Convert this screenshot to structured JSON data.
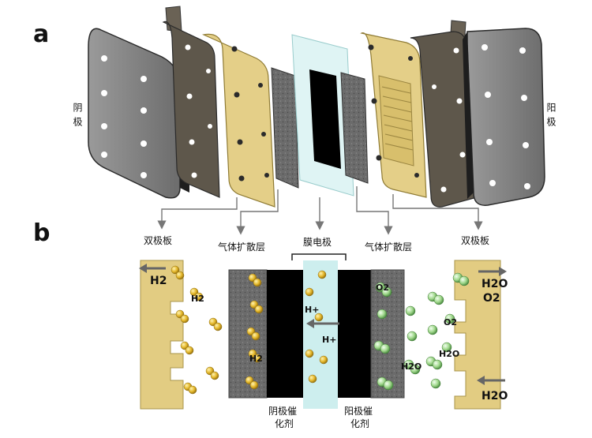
{
  "panels": {
    "a": "a",
    "b": "b"
  },
  "panel_a": {
    "cathode_label": "阴极",
    "anode_label": "阳极"
  },
  "panel_b": {
    "bipolar_left": "双极板",
    "gdl_left": "气体扩散层",
    "membrane": "膜电极",
    "gdl_right": "气体扩散层",
    "bipolar_right": "双极板",
    "cathode_catalyst_l1": "阴极催",
    "cathode_catalyst_l2": "化剂",
    "anode_catalyst_l1": "阳极催",
    "anode_catalyst_l2": "化剂",
    "h2_main": "H2",
    "h2_small_1": "H2",
    "h2_small_2": "H2",
    "hplus_1": "H+",
    "hplus_2": "H+",
    "o2_1": "O2",
    "o2_2": "O2",
    "h2o_1": "H2O",
    "h2o_2": "H2O",
    "h2o_out": "H2O",
    "o2_out": "O2",
    "h2o_in": "H2O"
  },
  "colors": {
    "gold_plate": "#e2cc82",
    "gold_dark": "#a8954a",
    "gray_plate": "#7d7d7d",
    "dark_plate": "#5a5347",
    "carbon": "#555555",
    "catalyst": "#000000",
    "membrane": "#cdeeee",
    "h2_ball": "#e4b72a",
    "o2_ball": "#9fd78a",
    "arrow": "#666666"
  }
}
